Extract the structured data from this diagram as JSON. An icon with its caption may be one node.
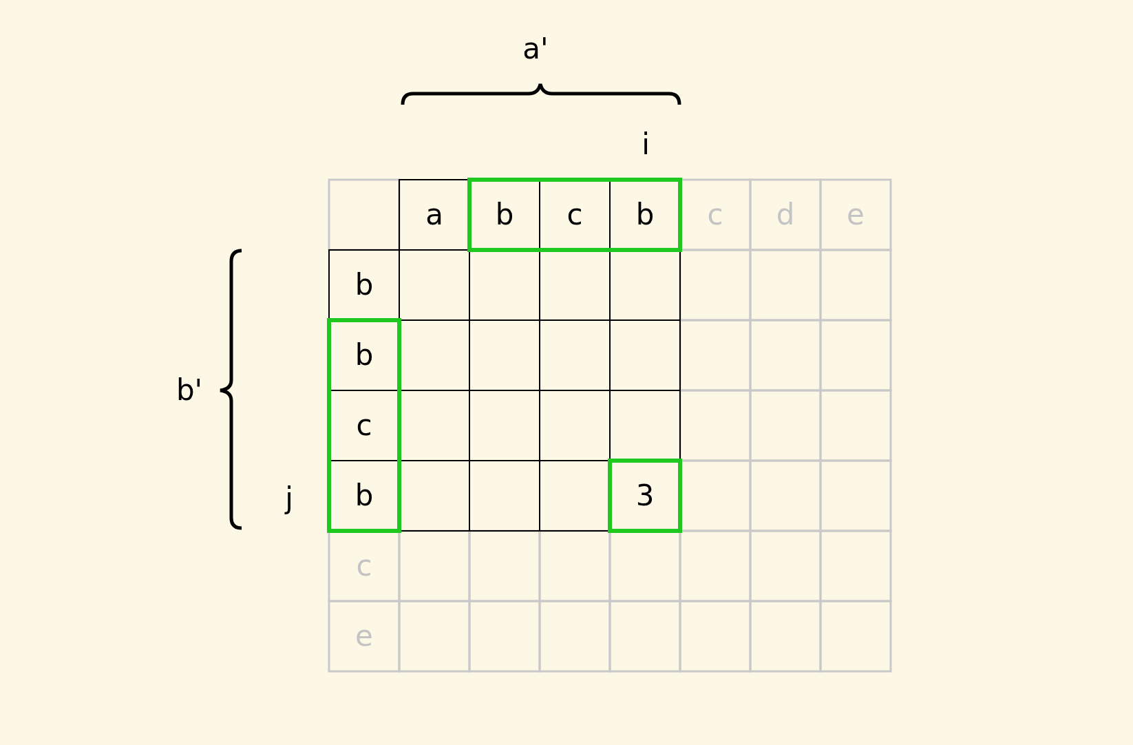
{
  "diagram": {
    "labels": [
      "a'",
      "i",
      "a",
      "b",
      "c",
      "b",
      "c",
      "d",
      "e",
      "b",
      "b",
      "b'",
      "c",
      "j",
      "b",
      "3",
      "c",
      "e"
    ]
  }
}
